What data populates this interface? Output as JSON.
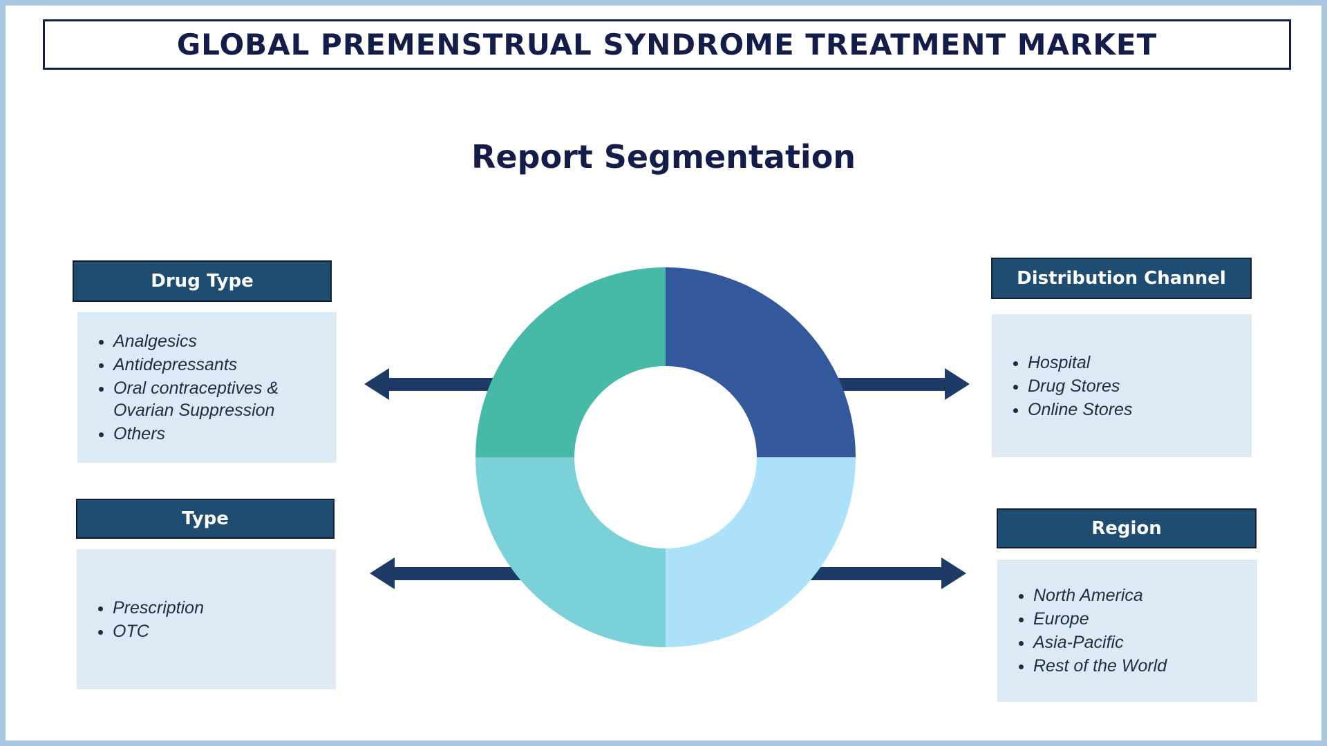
{
  "page": {
    "title": "GLOBAL PREMENSTRUAL SYNDROME TREATMENT MARKET",
    "subtitle": "Report Segmentation"
  },
  "colors": {
    "navy_text": "#141d4a",
    "title_border": "#141d4a",
    "frame_border": "#a9c6e1",
    "header_bg": "#1f4d72",
    "header_border": "#121f33",
    "panel_bg": "#dceaf6",
    "list_text": "#1f2e3e",
    "arrow": "#1d3b66",
    "donut_hole": "#ffffff"
  },
  "segments": {
    "drug_type": {
      "label": "Drug Type",
      "items": [
        "Analgesics",
        "Antidepressants",
        "Oral contraceptives & Ovarian Suppression",
        "Others"
      ]
    },
    "type": {
      "label": "Type",
      "items": [
        "Prescription",
        "OTC"
      ]
    },
    "distribution_channel": {
      "label": "Distribution Channel",
      "items": [
        "Hospital",
        "Drug Stores",
        "Online Stores"
      ]
    },
    "region": {
      "label": "Region",
      "items": [
        "North America",
        "Europe",
        "Asia-Pacific",
        "Rest of the World"
      ]
    }
  },
  "chart_data": {
    "type": "pie",
    "donut": true,
    "title": "Report Segmentation",
    "legend_position": "none",
    "segments": [
      {
        "position": "top-right",
        "value": 25,
        "color": "#33599c"
      },
      {
        "position": "bottom-right",
        "value": 25,
        "color": "#abe2fa"
      },
      {
        "position": "bottom-left",
        "value": 25,
        "color": "#7bd1d8"
      },
      {
        "position": "top-left",
        "value": 25,
        "color": "#46b9a7"
      }
    ]
  }
}
